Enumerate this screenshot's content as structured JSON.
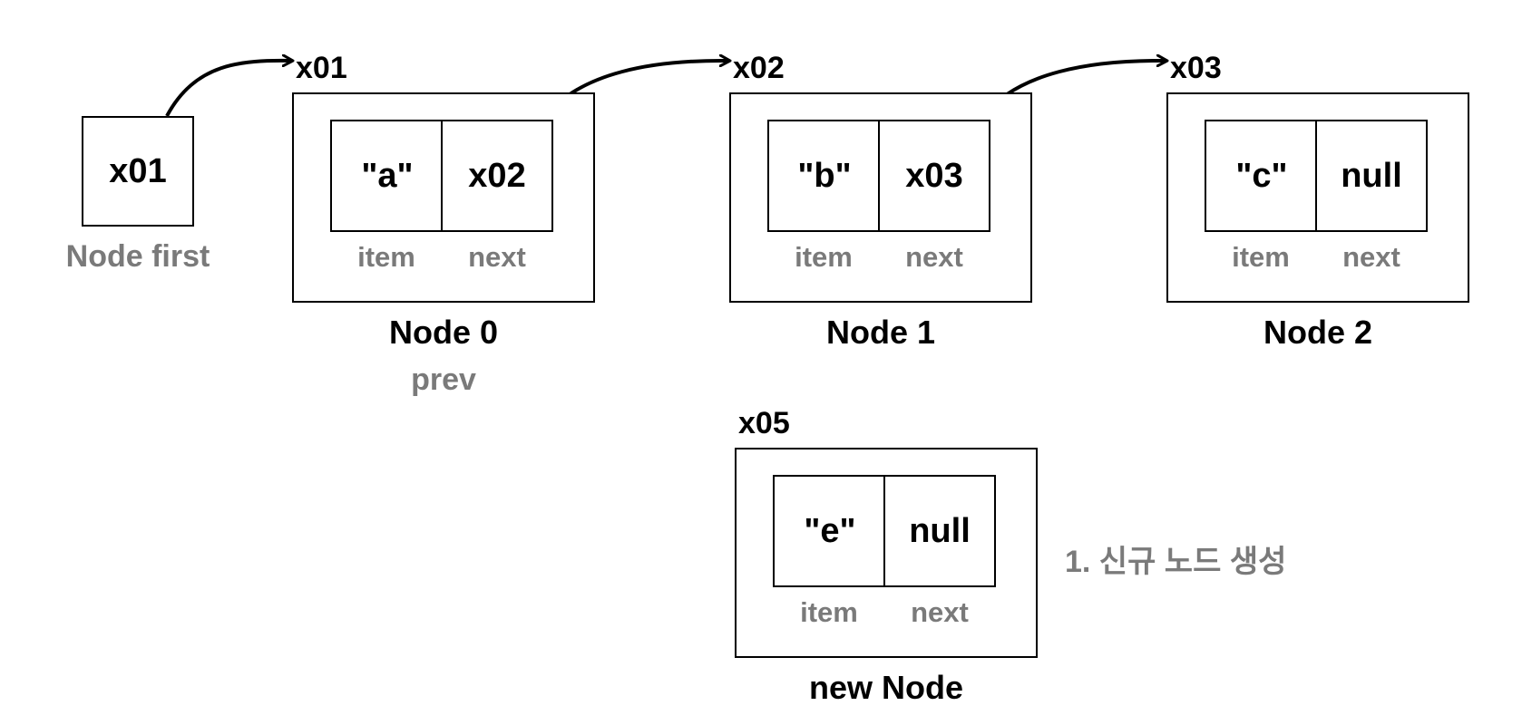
{
  "colors": {
    "line": "#000000",
    "label_gray": "#7a7a7a",
    "background": "#ffffff"
  },
  "pointer": {
    "value": "x01",
    "label": "Node first"
  },
  "nodes": [
    {
      "address": "x01",
      "item": "\"a\"",
      "next": "x02",
      "title": "Node 0",
      "note": "prev"
    },
    {
      "address": "x02",
      "item": "\"b\"",
      "next": "x03",
      "title": "Node 1"
    },
    {
      "address": "x03",
      "item": "\"c\"",
      "next": "null",
      "title": "Node 2"
    }
  ],
  "new_node": {
    "address": "x05",
    "item": "\"e\"",
    "next": "null",
    "title": "new Node"
  },
  "field_labels": {
    "item": "item",
    "next": "next"
  },
  "step_note": "1. 신규 노드 생성"
}
